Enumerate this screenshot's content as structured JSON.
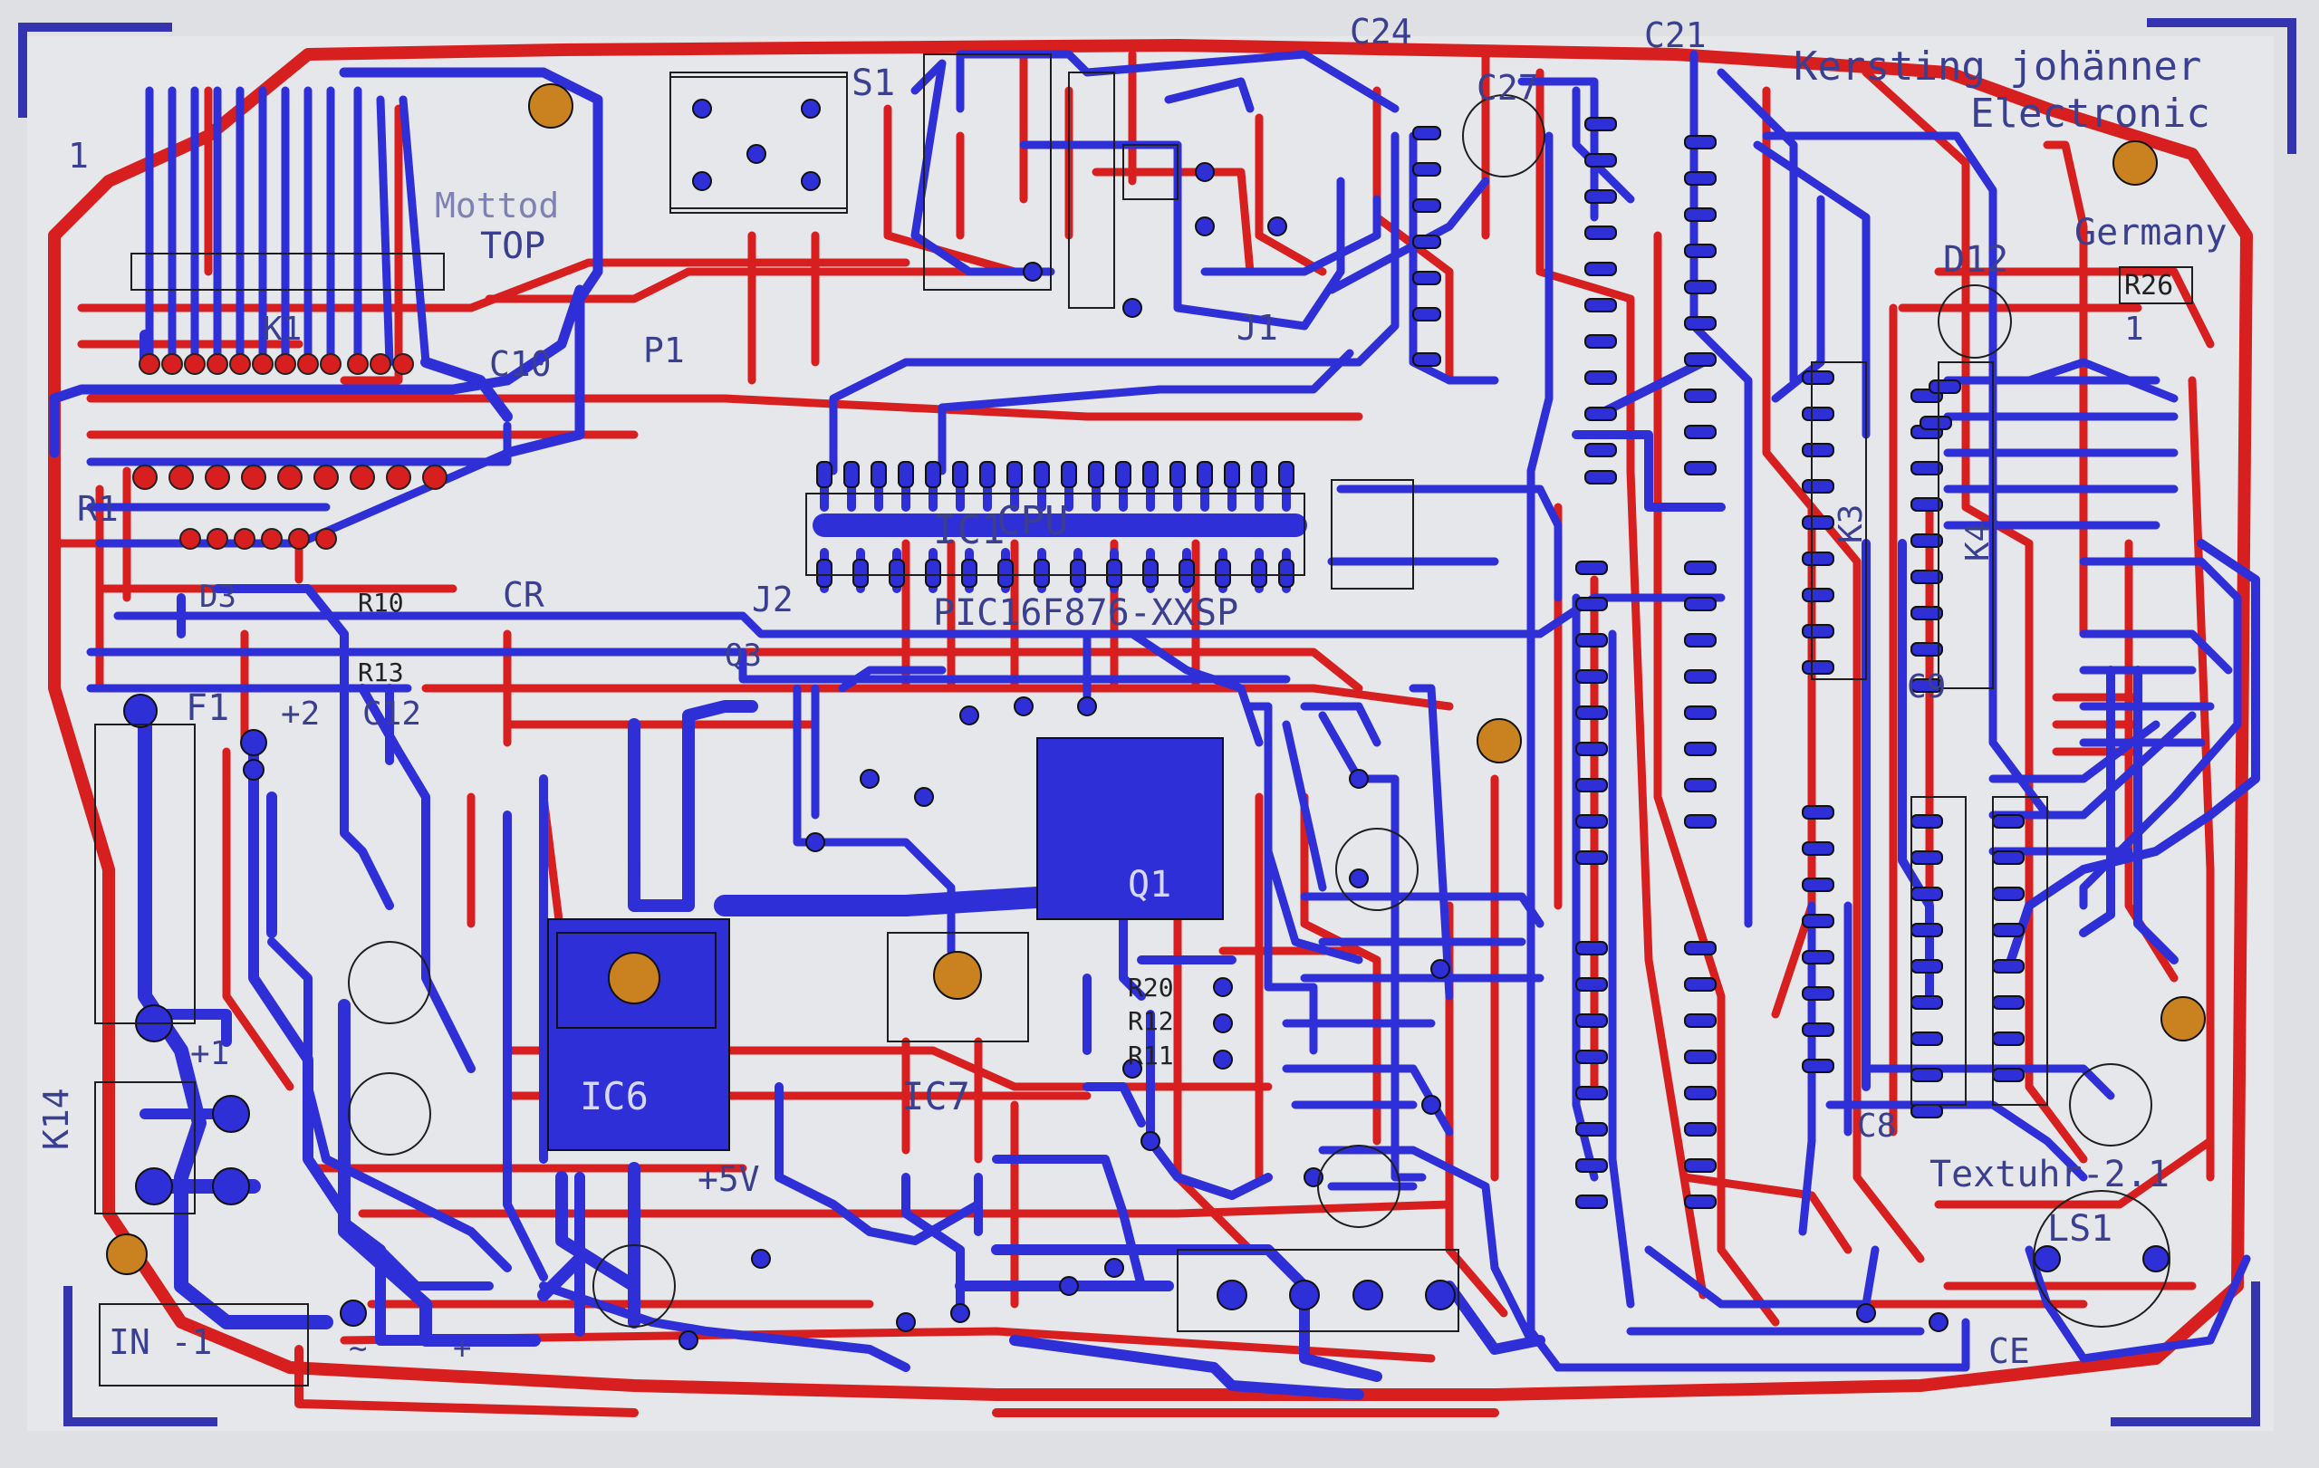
{
  "colors": {
    "screen_bg": "#dfe0e4",
    "board_bg": "#e6e7ea",
    "top_copper": "#2f2fd8",
    "bottom_copper": "#d81f1f",
    "silkscreen": "#3a3f8f",
    "outline_silk": "#1e1e1e",
    "mounting_hole": "#c9821f",
    "corner_marks": "#3434b0"
  },
  "board": {
    "title_line1": "Kersting johänner",
    "title_line2": "Electronic",
    "country": "Germany",
    "revision": "Textuhr-2.1",
    "mark_ce": "CE",
    "side_label_top": "TOP",
    "side_label_mirrored": "Mottod",
    "corner_number": "1"
  },
  "components": {
    "cpu": "CPU",
    "ic1": "IC1",
    "mcu_part": "PIC16F876-XXSP",
    "ic6": "IC6",
    "ic7": "IC7",
    "q1": "Q1",
    "s1": "S1",
    "ls1": "LS1",
    "f1": "F1",
    "k14": "K14",
    "k1": "K1",
    "k3": "K3",
    "k4": "K4",
    "c10": "C10",
    "c12": "C12",
    "c21": "C21",
    "c24": "C24",
    "c27": "C27",
    "c9": "C9",
    "c8": "C8",
    "d12": "D12",
    "d3": "D3",
    "r1": "R1",
    "r26": "R26",
    "r20": "R20",
    "r12": "R12",
    "r11": "R11",
    "r13": "R13",
    "r10": "R10",
    "p1": "P1",
    "j1": "J1",
    "j2": "J2",
    "q3": "Q3",
    "cr": "CR",
    "pin_one": "1",
    "vplus1": "+1",
    "vplus2": "+2",
    "vplus5": "+5V",
    "in_label": "IN -1",
    "tilde": "~",
    "plus": "+"
  }
}
